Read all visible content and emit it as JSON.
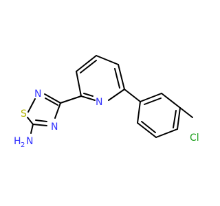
{
  "molecule": {
    "atom_labels": {
      "sulfur": "S",
      "thiadiazole_n2": "N",
      "thiadiazole_n4": "N",
      "pyridine_n": "N",
      "amine_n": "N",
      "amine_h": "H",
      "amine_h_count": "2",
      "chlorine": "Cl"
    },
    "colors": {
      "bond": "#000000",
      "nitrogen": "#3333ff",
      "sulfur": "#b3b300",
      "chlorine": "#1fa01f"
    }
  }
}
